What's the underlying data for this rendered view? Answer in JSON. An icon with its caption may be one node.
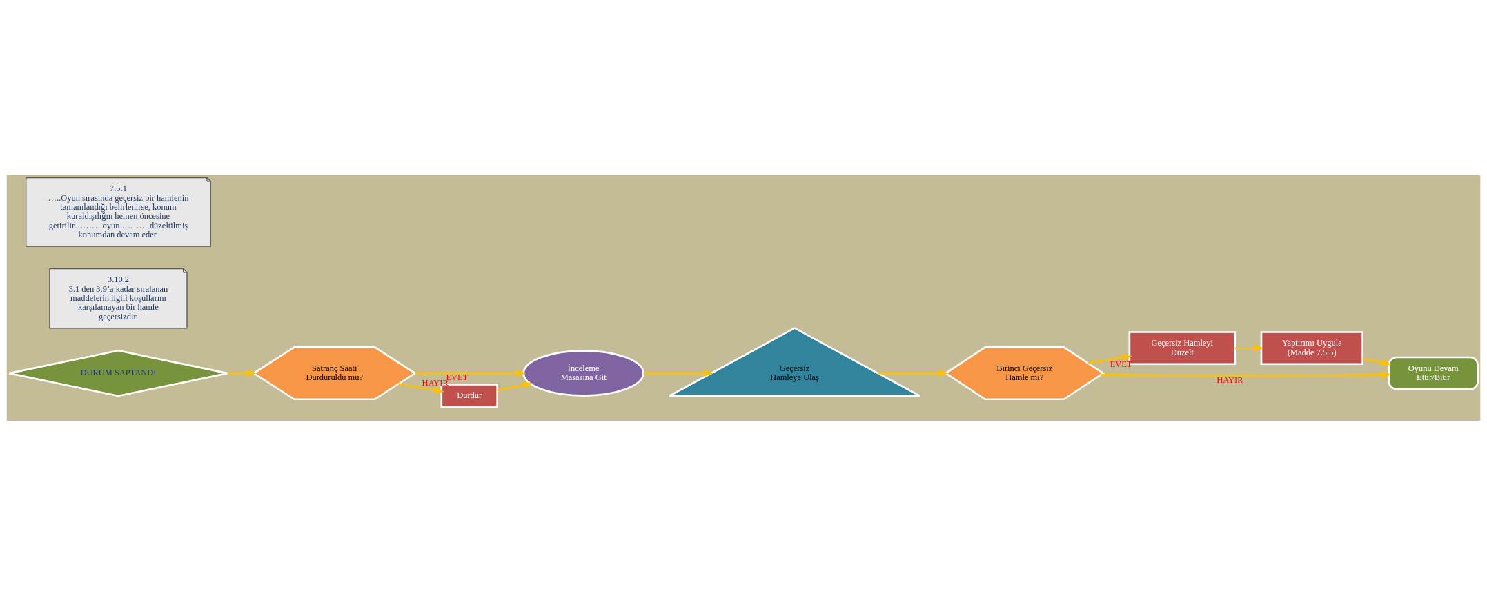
{
  "diagram": {
    "nodes": [
      {
        "text": [
          "DURUM SAPTANDI"
        ]
      },
      {
        "text": [
          "Satranç Saati Durduruldu mu?"
        ]
      },
      {
        "text": [
          "İnceleme Masasına Git"
        ]
      },
      {
        "text": [
          "Geçersiz Hamleye Ulaş"
        ]
      },
      {
        "text": [
          "Durdur"
        ]
      },
      {
        "text": [
          "Birinci Geçersiz Hamle mi?"
        ]
      },
      {
        "text": [
          "Geçersiz Hamleyi Düzelt"
        ]
      },
      {
        "text": [
          "Yaptırımı Uygula",
          "(Madde 7.5.5)"
        ]
      },
      {
        "text": [
          "Oyunu Devam Ettir/Bitir"
        ]
      },
      {
        "text": [
          "3.10.2",
          "3.1 den 3.9’a kadar sıralanan maddelerin ilgili koşullarını karşılamayan bir hamle geçersizdir."
        ]
      },
      {
        "text": [
          "7.5.1",
          "…..Oyun sırasında geçersiz bir hamlenin tamamlandığı belirlenirse, konum kuraldışılığın hemen öncesine getirilir……… oyun ……… düzeltilmiş konumdan devam eder."
        ]
      }
    ],
    "edges": [
      {
        "from": 0,
        "to": 1,
        "arrow": "to"
      },
      {
        "from": 1,
        "to": 2,
        "arrow": "to",
        "label": "EVET"
      },
      {
        "from": 1,
        "to": 4,
        "arrow": "to",
        "label": "HAYIR"
      },
      {
        "from": 4,
        "to": 2,
        "arrow": "to"
      },
      {
        "from": 2,
        "to": 3,
        "arrow": "to"
      },
      {
        "from": 3,
        "to": 5,
        "arrow": "to"
      },
      {
        "from": 5,
        "to": 8,
        "arrow": "to",
        "label": "HAYIR"
      },
      {
        "from": 5,
        "to": 6,
        "arrow": "to",
        "label": "EVET"
      },
      {
        "from": 6,
        "to": 7,
        "arrow": "to"
      },
      {
        "from": 7,
        "to": 8,
        "arrow": "to"
      }
    ]
  }
}
